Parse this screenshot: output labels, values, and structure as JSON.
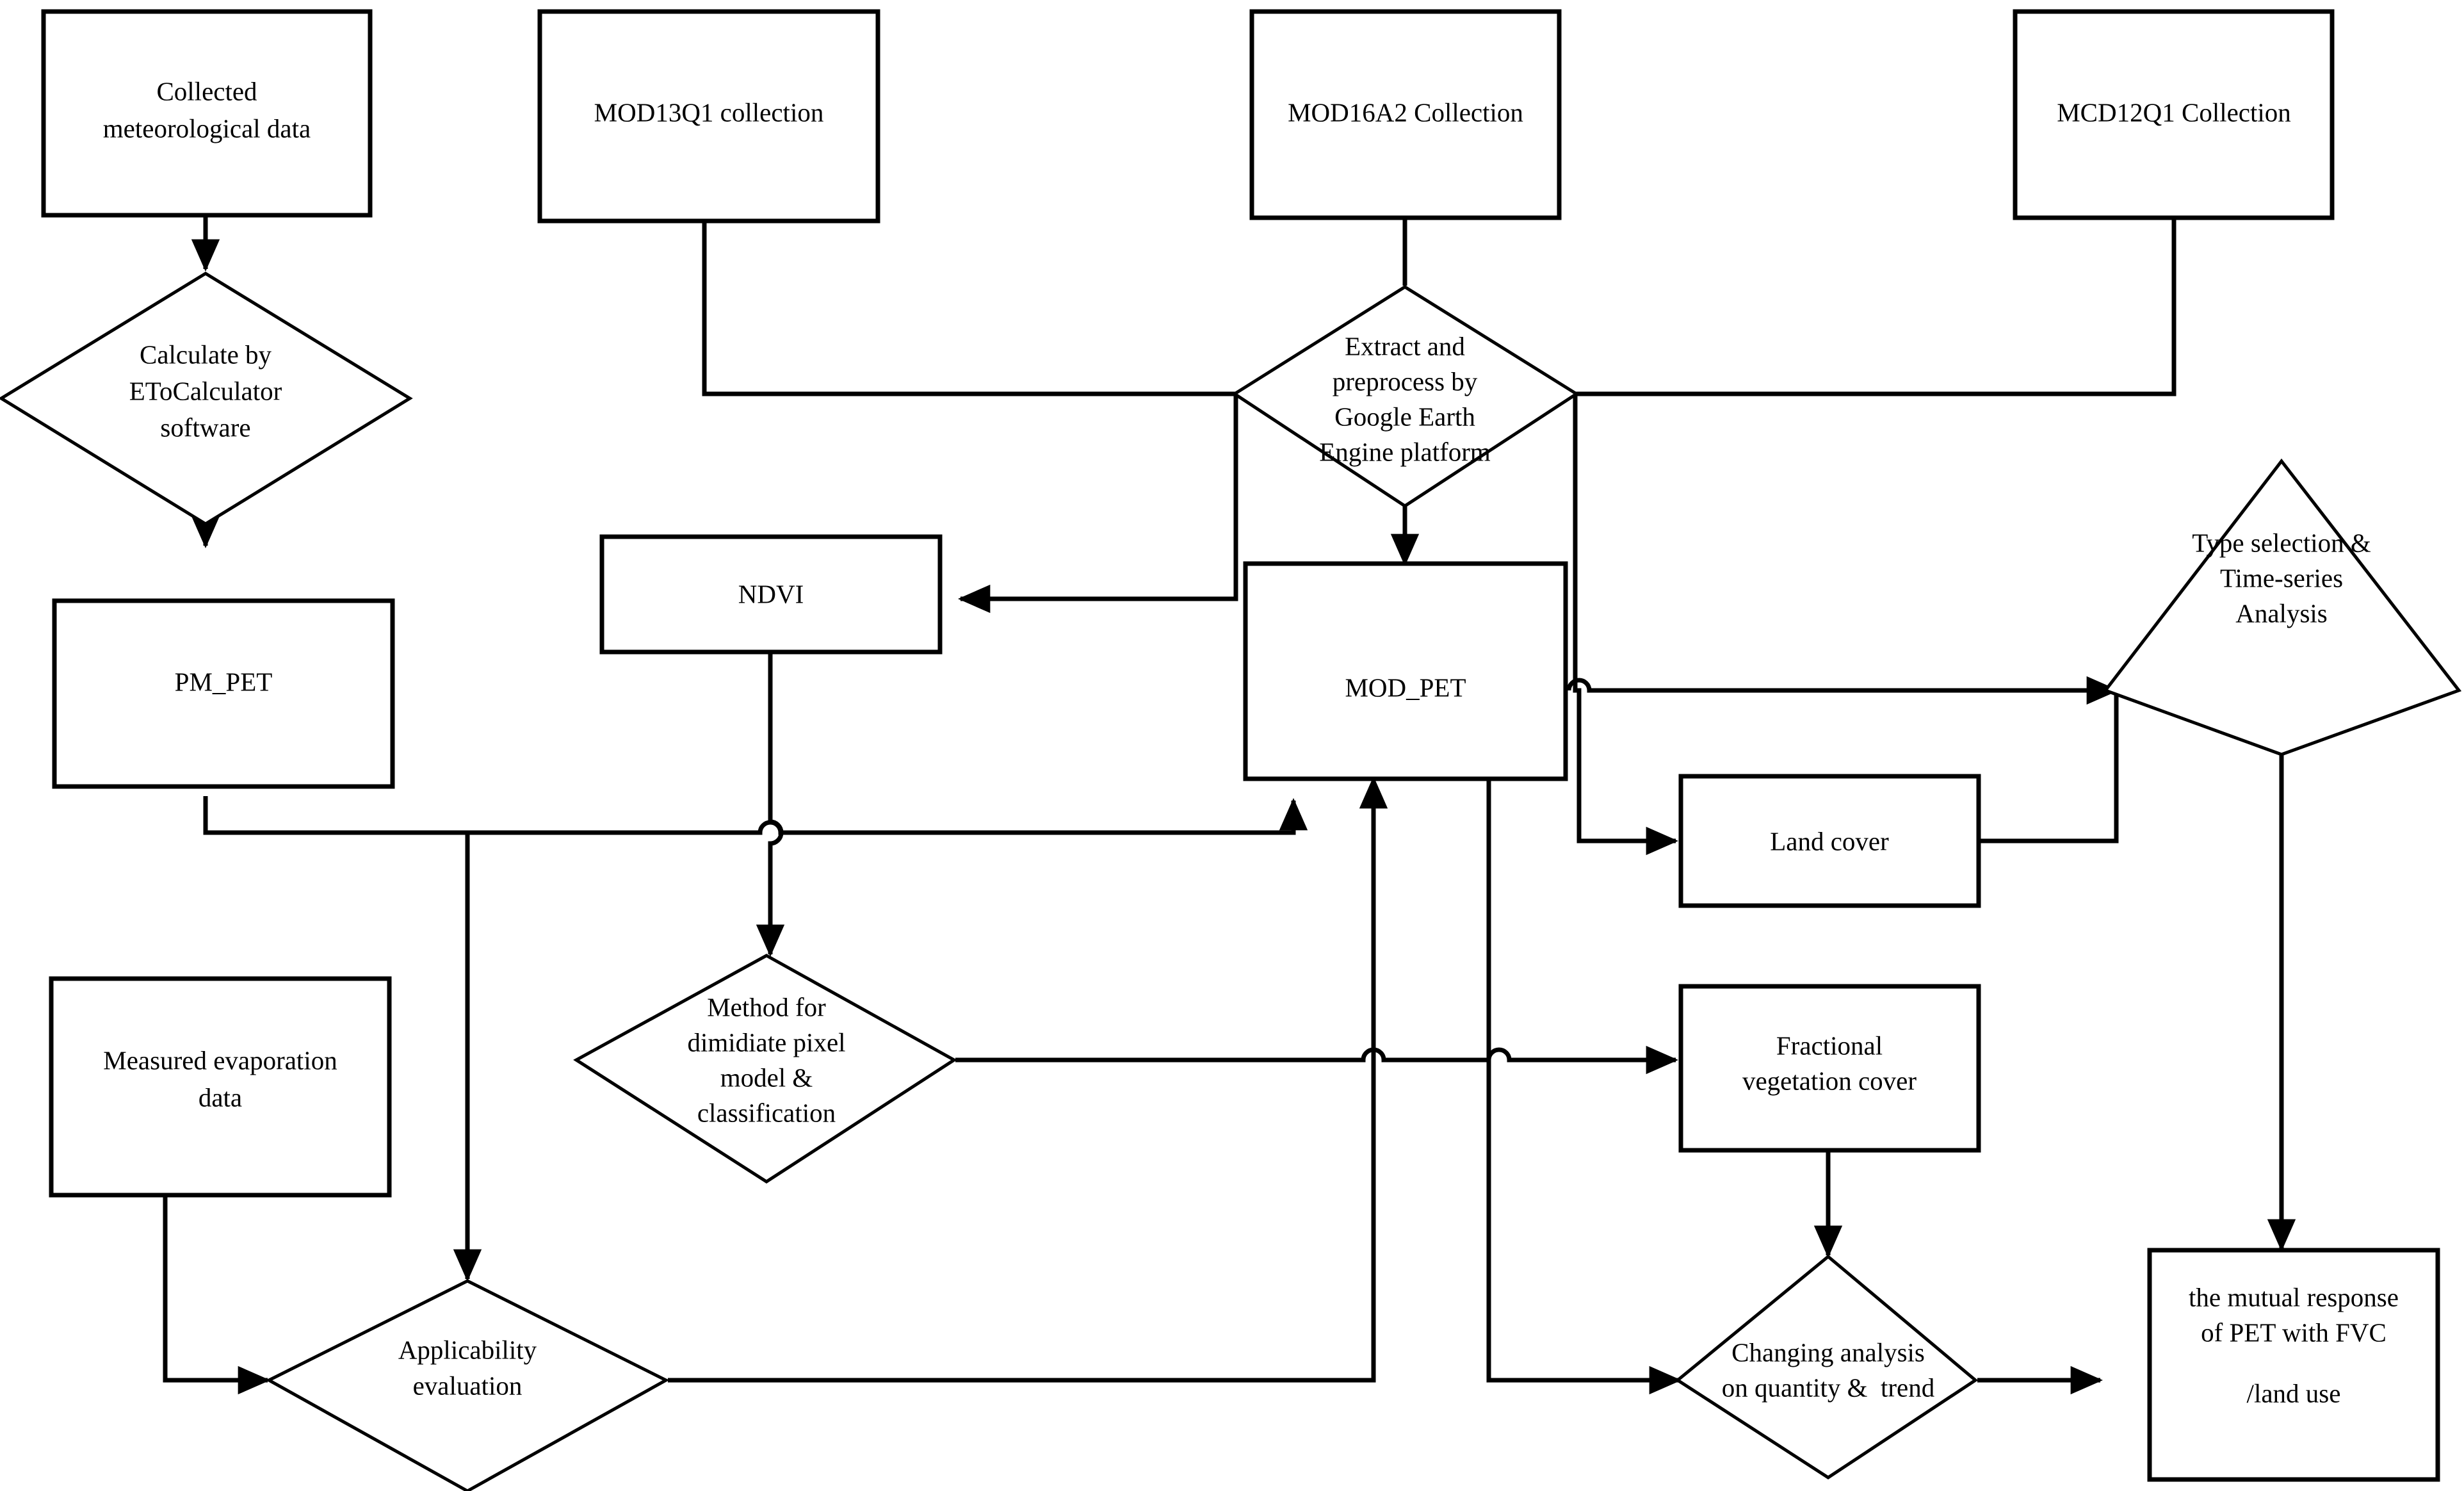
{
  "diagram": {
    "title": "PET and FVC research methodology flowchart",
    "background_color": "#ffffff",
    "line_color": "#000000",
    "nodes": [
      {
        "id": "collected_met",
        "shape": "rectangle",
        "lines": [
          "Collected",
          "meteorological data"
        ]
      },
      {
        "id": "mod13q1",
        "shape": "rectangle",
        "lines": [
          "MOD13Q1 collection"
        ]
      },
      {
        "id": "mod16a2",
        "shape": "rectangle",
        "lines": [
          "MOD16A2 Collection"
        ]
      },
      {
        "id": "mcd12q1",
        "shape": "rectangle",
        "lines": [
          "MCD12Q1 Collection"
        ]
      },
      {
        "id": "eto_calc",
        "shape": "diamond",
        "lines": [
          "Calculate by",
          "EToCalculator",
          "software"
        ]
      },
      {
        "id": "gee_extract",
        "shape": "diamond",
        "lines": [
          "Extract and",
          "preprocess by",
          "Google Earth",
          "Engine platform"
        ]
      },
      {
        "id": "type_selection",
        "shape": "diamond",
        "lines": [
          "Type selection &",
          "Time-series",
          "Analysis"
        ]
      },
      {
        "id": "pm_pet",
        "shape": "rectangle",
        "lines": [
          "PM_PET"
        ]
      },
      {
        "id": "ndvi",
        "shape": "rectangle",
        "lines": [
          "NDVI"
        ]
      },
      {
        "id": "mod_pet",
        "shape": "rectangle",
        "lines": [
          "MOD_PET"
        ]
      },
      {
        "id": "land_cover",
        "shape": "rectangle",
        "lines": [
          "Land cover"
        ]
      },
      {
        "id": "measured_evap",
        "shape": "rectangle",
        "lines": [
          "Measured evaporation",
          "data"
        ]
      },
      {
        "id": "dimidiate",
        "shape": "diamond",
        "lines": [
          "Method for",
          "dimidiate pixel",
          "model &",
          "classification"
        ]
      },
      {
        "id": "fvc",
        "shape": "rectangle",
        "lines": [
          "Fractional",
          "vegetation cover"
        ]
      },
      {
        "id": "applicability",
        "shape": "diamond",
        "lines": [
          "Applicability",
          "evaluation"
        ]
      },
      {
        "id": "changing",
        "shape": "diamond",
        "lines": [
          "Changing analysis",
          "on quantity &  trend"
        ]
      },
      {
        "id": "mutual_response",
        "shape": "rectangle",
        "lines": [
          "the mutual response",
          "of PET with FVC",
          "",
          "/land use"
        ]
      }
    ],
    "edges": [
      {
        "from": "collected_met",
        "to": "eto_calc"
      },
      {
        "from": "eto_calc",
        "to": "pm_pet"
      },
      {
        "from": "mod13q1",
        "to": "gee_extract"
      },
      {
        "from": "mod16a2",
        "to": "gee_extract"
      },
      {
        "from": "mcd12q1",
        "to": "gee_extract"
      },
      {
        "from": "gee_extract",
        "to": "ndvi"
      },
      {
        "from": "gee_extract",
        "to": "mod_pet"
      },
      {
        "from": "gee_extract",
        "to": "land_cover"
      },
      {
        "from": "ndvi",
        "to": "dimidiate"
      },
      {
        "from": "pm_pet",
        "to": "mod_pet"
      },
      {
        "from": "pm_pet",
        "to": "applicability"
      },
      {
        "from": "measured_evap",
        "to": "applicability"
      },
      {
        "from": "applicability",
        "to": "mod_pet"
      },
      {
        "from": "dimidiate",
        "to": "fvc"
      },
      {
        "from": "mod_pet",
        "to": "type_selection"
      },
      {
        "from": "land_cover",
        "to": "type_selection"
      },
      {
        "from": "mod_pet",
        "to": "changing"
      },
      {
        "from": "fvc",
        "to": "changing"
      },
      {
        "from": "changing",
        "to": "mutual_response"
      },
      {
        "from": "type_selection",
        "to": "mutual_response"
      }
    ]
  },
  "labels": {
    "collected_met_1": "Collected",
    "collected_met_2": "meteorological data",
    "mod13q1_1": "MOD13Q1 collection",
    "mod16a2_1": "MOD16A2 Collection",
    "mcd12q1_1": "MCD12Q1 Collection",
    "eto_calc_1": "Calculate by",
    "eto_calc_2": "EToCalculator",
    "eto_calc_3": "software",
    "gee_extract_1": "Extract and",
    "gee_extract_2": "preprocess by",
    "gee_extract_3": "Google Earth",
    "gee_extract_4": "Engine platform",
    "type_selection_1": "Type selection &",
    "type_selection_2": "Time-series",
    "type_selection_3": "Analysis",
    "pm_pet_1": "PM_PET",
    "ndvi_1": "NDVI",
    "mod_pet_1": "MOD_PET",
    "land_cover_1": "Land cover",
    "measured_evap_1": "Measured evaporation",
    "measured_evap_2": "data",
    "dimidiate_1": "Method for",
    "dimidiate_2": "dimidiate pixel",
    "dimidiate_3": "model &",
    "dimidiate_4": "classification",
    "fvc_1": "Fractional",
    "fvc_2": "vegetation cover",
    "applicability_1": "Applicability",
    "applicability_2": "evaluation",
    "changing_1": "Changing analysis",
    "changing_2": "on quantity &  trend",
    "mutual_response_1": "the mutual response",
    "mutual_response_2": "of PET with FVC",
    "mutual_response_3": "/land use"
  }
}
